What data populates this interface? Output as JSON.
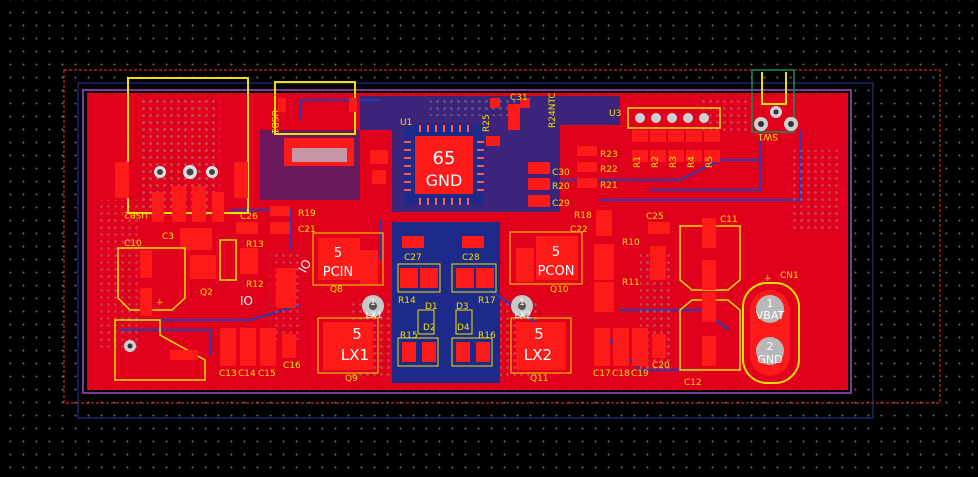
{
  "board": {
    "colors": {
      "top_copper": "#e0001c",
      "pad": "#ff1a1a",
      "bottom_copper": "#1d2a8a",
      "silkscreen": "#f0e000",
      "outline": "#ff3030",
      "keepout": "#7a3a9a",
      "background": "#000000"
    }
  },
  "connectors": {
    "usb_c_label": "USB1",
    "usb_a_label": "USB2",
    "switch_label": "SW1",
    "battery_label": "CN1",
    "battery_pin1_num": "1",
    "battery_pin1_net": "VBAT",
    "battery_pin2_num": "2",
    "battery_pin2_net": "GND",
    "battery_plus": "+"
  },
  "ic": {
    "ref": "U1",
    "pin_count": "65",
    "net": "GND",
    "header_ref": "U3"
  },
  "mosfets": {
    "q8_ref": "Q8",
    "q8_pad": "5",
    "q8_net": "PCIN",
    "q10_ref": "Q10",
    "q10_pad": "5",
    "q10_net": "PCON",
    "q9_ref": "Q9",
    "q9_pad": "5",
    "q9_net": "LX1",
    "q11_ref": "Q11",
    "q11_pad": "5",
    "q11_net": "LX2",
    "q2_ref": "Q2",
    "via_lx1_num": "1",
    "via_lx1_net": "LX1",
    "via_lx2_num": "1",
    "via_lx2_net": "LX2",
    "io_left": "IO",
    "io_right": "IO"
  },
  "labels": {
    "R1": "R1",
    "R2": "R2",
    "R3": "R3",
    "R4": "R4",
    "R5": "R5",
    "R10": "R10",
    "R11": "R11",
    "R12": "R12",
    "R13": "R13",
    "R14": "R14",
    "R15": "R15",
    "R16": "R16",
    "R17": "R17",
    "R18": "R18",
    "R19": "R19",
    "R20": "R20",
    "R21": "R21",
    "R22": "R22",
    "R23": "R23",
    "R24NTC": "R24NTC",
    "R25": "R25",
    "C3": "C3",
    "C10": "C10",
    "C11": "C11",
    "C12": "C12",
    "C13": "C13",
    "C14": "C14",
    "C15": "C15",
    "C16": "C16",
    "C17": "C17",
    "C18": "C18",
    "C19": "C19",
    "C20": "C20",
    "C21": "C21",
    "C22": "C22",
    "C25": "C25",
    "C26": "C26",
    "C27": "C27",
    "C28": "C28",
    "C29": "C29",
    "C30": "C30",
    "C31": "C31",
    "D1": "D1",
    "D2": "D2",
    "D3": "D3",
    "D4": "D4",
    "plus_left": "+"
  }
}
